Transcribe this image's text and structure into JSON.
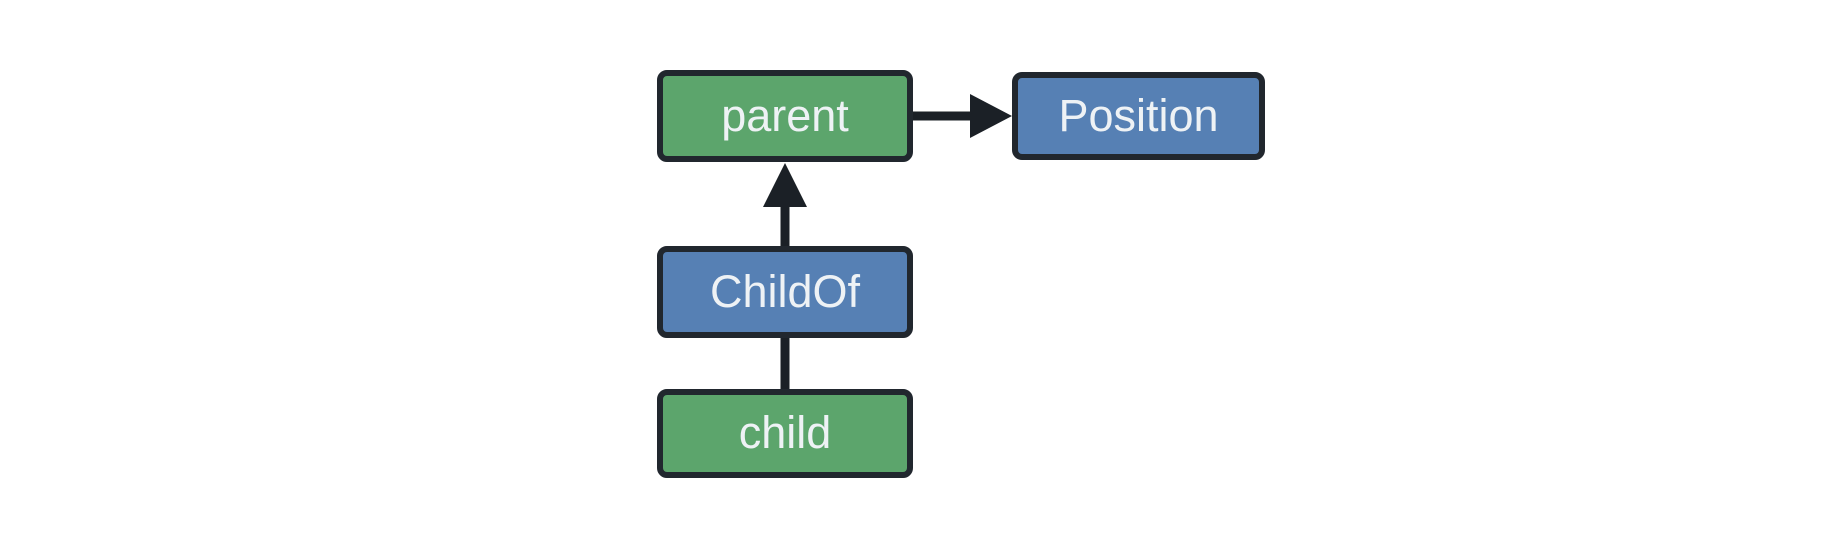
{
  "diagram": {
    "colors": {
      "background": "#ffffff",
      "entity_fill": "#5CA56C",
      "component_fill": "#5680B4",
      "node_border": "#21272E",
      "edge": "#1B2026",
      "label_text": "#EEF2F5"
    },
    "nodes": [
      {
        "id": "parent",
        "label": "parent",
        "kind": "entity"
      },
      {
        "id": "position",
        "label": "Position",
        "kind": "component"
      },
      {
        "id": "childof",
        "label": "ChildOf",
        "kind": "component"
      },
      {
        "id": "child",
        "label": "child",
        "kind": "entity"
      }
    ],
    "edges": [
      {
        "from": "parent",
        "to": "Position",
        "arrowhead": true
      },
      {
        "from": "ChildOf",
        "to": "parent",
        "arrowhead": true
      },
      {
        "from": "child",
        "to": "ChildOf",
        "arrowhead": false
      }
    ]
  }
}
